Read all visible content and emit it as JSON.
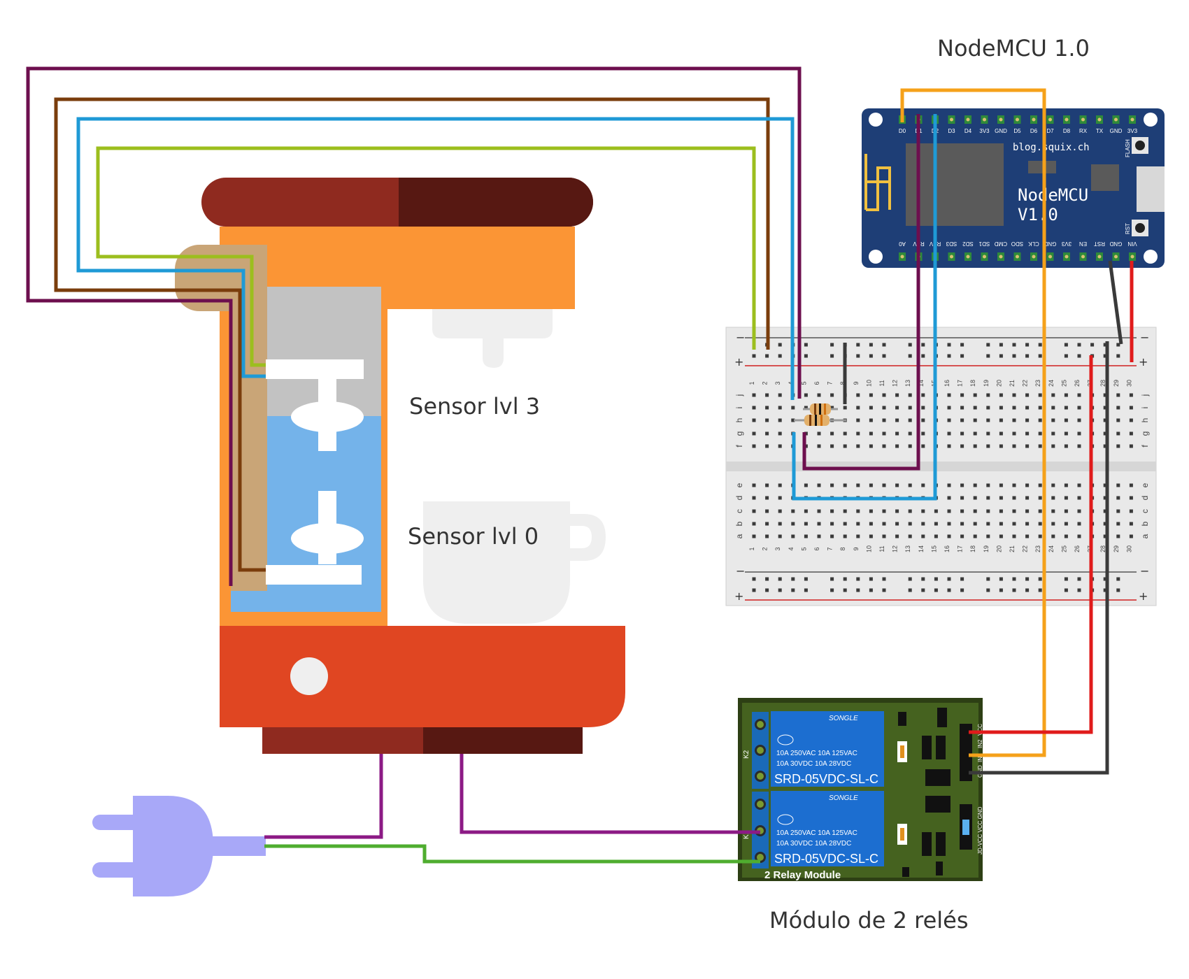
{
  "labels": {
    "nodemcu_title": "NodeMCU 1.0",
    "sensor_lvl3": "Sensor lvl 3",
    "sensor_lvl0": "Sensor lvl 0",
    "relay_title": "Módulo de 2 relés"
  },
  "nodemcu_board": {
    "site": "blog.squix.ch",
    "name_line1": "NodeMCU",
    "name_line2": "V1.0",
    "flash": "FLASH",
    "rst": "RST",
    "top_pins": [
      "D0",
      "D1",
      "D2",
      "D3",
      "D4",
      "3V3",
      "GND",
      "D5",
      "D6",
      "D7",
      "D8",
      "RX",
      "TX",
      "GND",
      "3V3"
    ],
    "bottom_pins": [
      "A0",
      "RSV",
      "RSV",
      "SD3",
      "SD2",
      "SD1",
      "CMD",
      "SDO",
      "CLK",
      "GND",
      "3V3",
      "EN",
      "RST",
      "GND",
      "VIN"
    ]
  },
  "relay_board": {
    "brand": "SONGLE",
    "spec1": "10A 250VAC  10A 125VAC",
    "spec2": "10A  30VDC  10A  28VDC",
    "model": "SRD-05VDC-SL-C",
    "footer": "2 Relay Module",
    "pin_labels": [
      "GND",
      "IN1",
      "IN2",
      "VCC"
    ],
    "jumper_label": "JD-VCC VCC GND",
    "k2": "K2",
    "k1": "K1"
  },
  "breadboard": {
    "top_rows": [
      "j",
      "i",
      "h",
      "g",
      "f"
    ],
    "bottom_rows": [
      "e",
      "d",
      "c",
      "b",
      "a"
    ],
    "column_numbers": [
      "1",
      "2",
      "3",
      "4",
      "5",
      "6",
      "7",
      "8",
      "9",
      "10",
      "11",
      "12",
      "13",
      "14",
      "15",
      "16",
      "17",
      "18",
      "19",
      "20",
      "21",
      "22",
      "23",
      "24",
      "25",
      "26",
      "27",
      "28",
      "29",
      "30"
    ],
    "minus": "−",
    "plus": "+"
  },
  "colors": {
    "wire_purple": "#6d0f4e",
    "wire_brown": "#7a3d0c",
    "wire_blue": "#1f9ad6",
    "wire_green": "#9cbe1e",
    "wire_orange": "#f5a11a",
    "wire_red": "#e01b1b",
    "wire_black": "#3a3a3a",
    "wire_magenta": "#8c1a85",
    "wire_plug_green": "#4fad2f"
  }
}
